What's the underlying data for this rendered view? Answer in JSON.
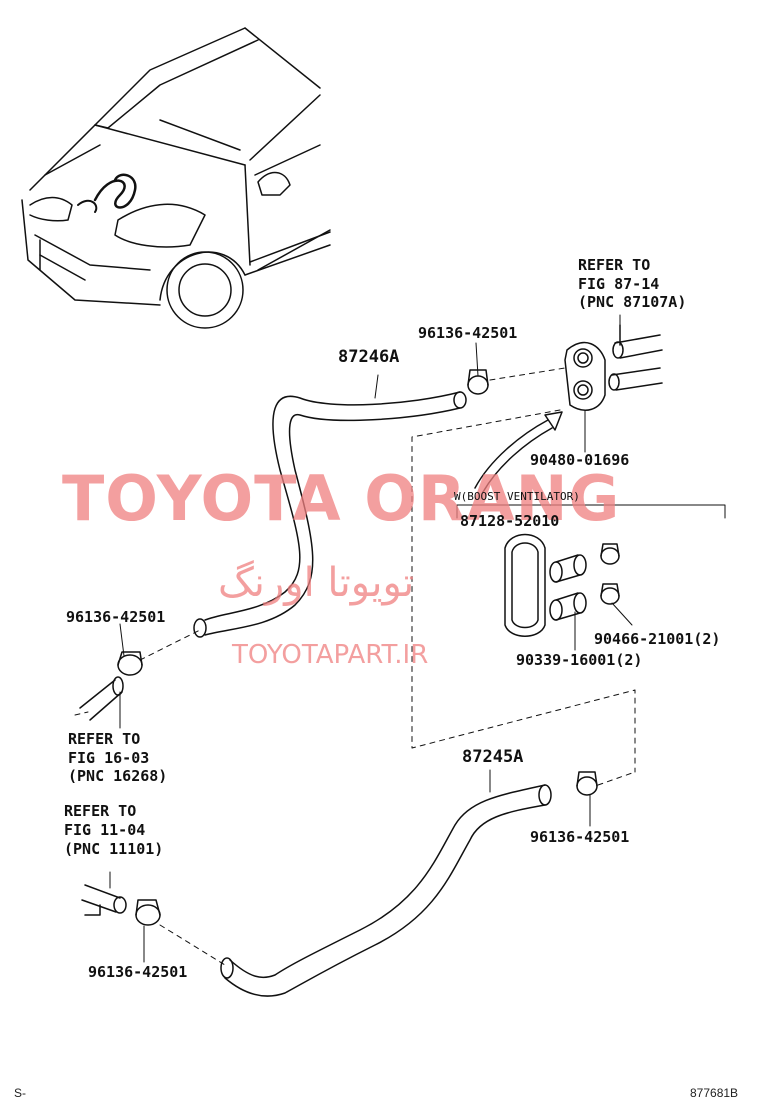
{
  "labels": {
    "hose_upper": "87246A",
    "hose_lower": "87245A",
    "clamp_upper_right": "96136-42501",
    "clamp_left_mid": "96136-42501",
    "clamp_lower_right": "96136-42501",
    "clamp_lower_left": "96136-42501",
    "grommet": "90480-01696",
    "boost_ventilator": "W(BOOST VENTILATOR)",
    "ventilator_part": "87128-52010",
    "small_clamp": "90466-21001(2)",
    "small_hose": "90339-16001(2)"
  },
  "refers": {
    "top_right": [
      "REFER TO",
      "FIG 87-14",
      "(PNC 87107A)"
    ],
    "left_mid": [
      "REFER TO",
      "FIG 16-03",
      "(PNC 16268)"
    ],
    "left_low": [
      "REFER TO",
      "FIG 11-04",
      "(PNC 11101)"
    ]
  },
  "watermark": {
    "main": "TOYOTA ORANG",
    "persian": "تویوتا اورنگ",
    "url": "TOYOTAPART.IR",
    "color": "#f08080"
  },
  "footer": {
    "left": "S-",
    "right": "877681B"
  }
}
